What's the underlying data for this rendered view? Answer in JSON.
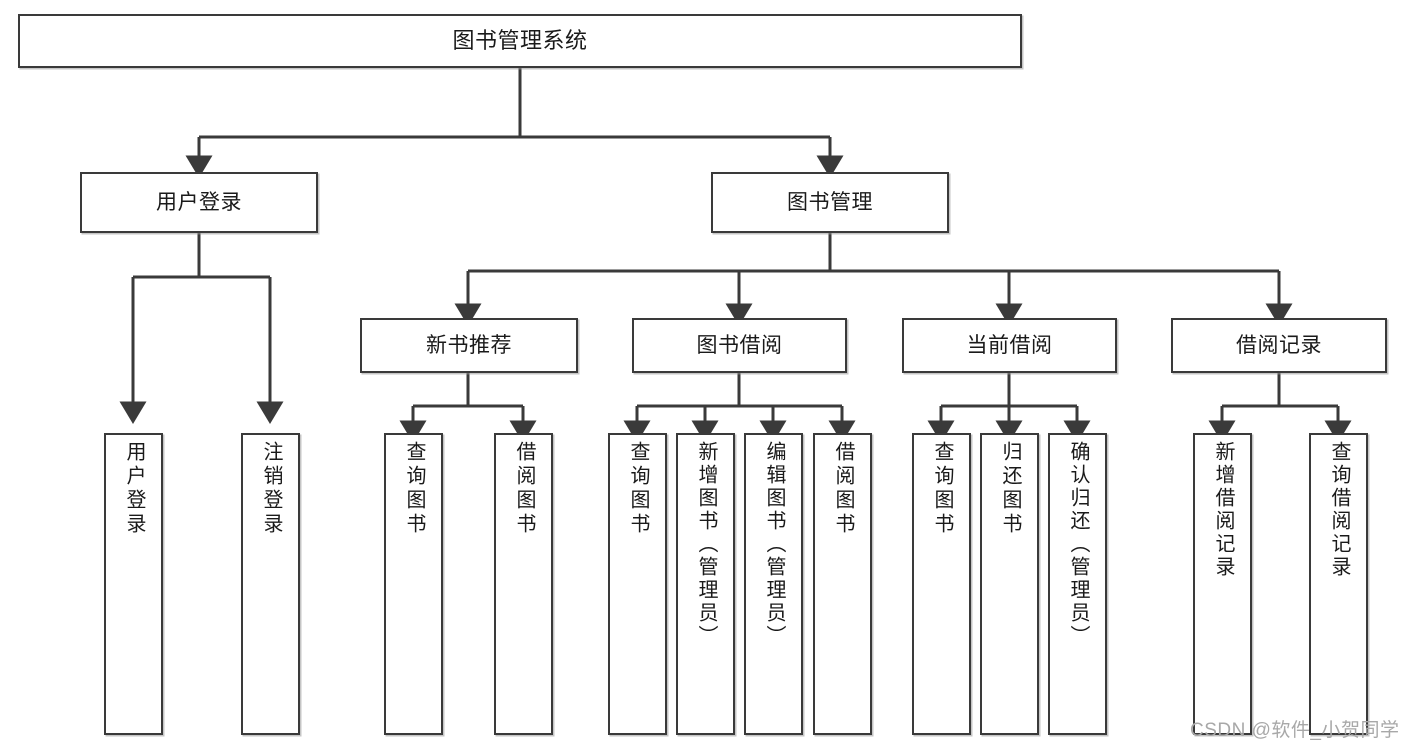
{
  "diagram": {
    "title": "图书管理系统",
    "watermark": "CSDN @软件_小贺同学",
    "colors": {
      "stroke": "#3a3a3a",
      "fill": "#ffffff",
      "text": "#1a1a1a",
      "watermark": "#a8a8a8"
    },
    "nodes": {
      "root": "图书管理系统",
      "user_login": "用户登录",
      "book_manage": "图书管理",
      "new_book_recommend": "新书推荐",
      "book_borrow": "图书借阅",
      "current_borrow": "当前借阅",
      "borrow_record": "借阅记录",
      "leaf_user_login": "用户登录",
      "leaf_logout_login": "注销登录",
      "leaf_query_book_a": "查询图书",
      "leaf_borrow_book_a": "借阅图书",
      "leaf_query_book_b": "查询图书",
      "leaf_add_book_admin": "新增图书（管理员）",
      "leaf_edit_book_admin": "编辑图书（管理员）",
      "leaf_borrow_book_b": "借阅图书",
      "leaf_query_book_c": "查询图书",
      "leaf_return_book": "归还图书",
      "leaf_confirm_return_admin": "确认归还（管理员）",
      "leaf_add_borrow_record": "新增借阅记录",
      "leaf_query_borrow_record": "查询借阅记录"
    }
  }
}
